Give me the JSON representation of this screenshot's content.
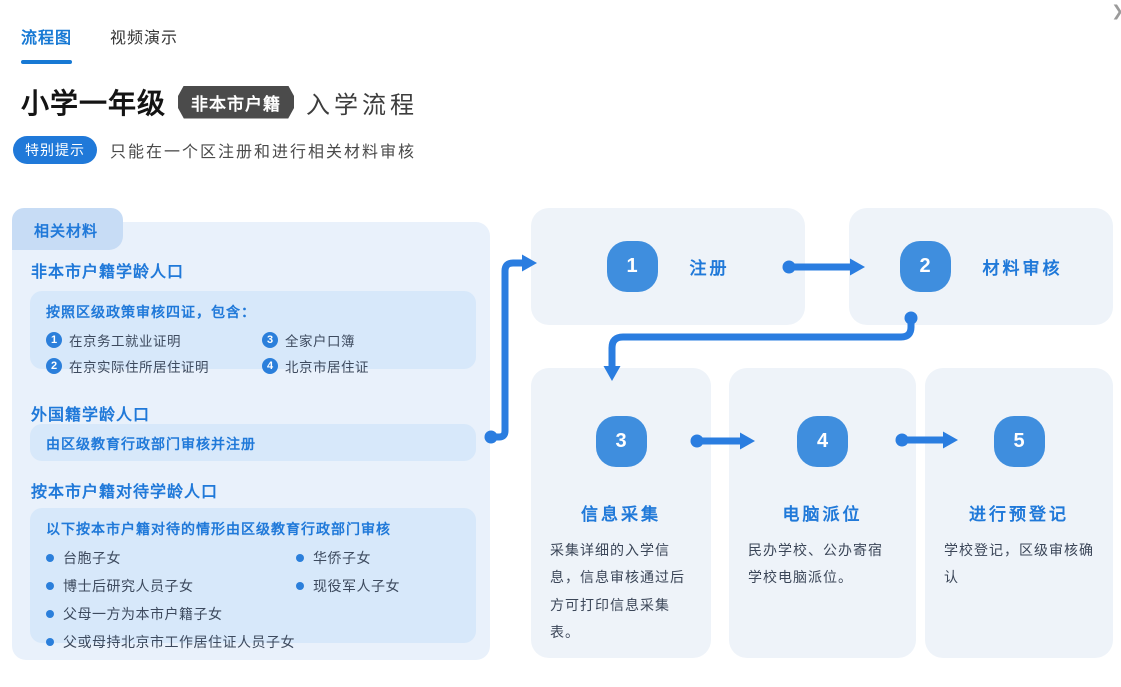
{
  "page": {
    "collapse_icon": "chevron-right"
  },
  "tabs": [
    {
      "label": "流程图",
      "active": true
    },
    {
      "label": "视频演示",
      "active": false
    }
  ],
  "title": {
    "grade": "小学一年级",
    "badge": "非本市户籍",
    "suffix": "入学流程"
  },
  "tip": {
    "badge": "特别提示",
    "text": "只能在一个区注册和进行相关材料审核"
  },
  "materials_panel": {
    "tab": "相关材料",
    "sections": [
      {
        "heading": "非本市户籍学龄人口",
        "box": {
          "title": "按照区级政策审核四证，包含：",
          "numbered_items": [
            {
              "num": "1",
              "text": "在京务工就业证明"
            },
            {
              "num": "2",
              "text": "在京实际住所居住证明"
            },
            {
              "num": "3",
              "text": "全家户口簿"
            },
            {
              "num": "4",
              "text": "北京市居住证"
            }
          ]
        }
      },
      {
        "heading": "外国籍学龄人口",
        "box": {
          "title": "由区级教育行政部门审核并注册"
        }
      },
      {
        "heading": "按本市户籍对待学龄人口",
        "box": {
          "title": "以下按本市户籍对待的情形由区级教育行政部门审核",
          "bullet_items": [
            "台胞子女",
            "华侨子女",
            "博士后研究人员子女",
            "现役军人子女",
            "父母一方为本市户籍子女",
            "父或母持北京市工作居住证人员子女"
          ]
        }
      }
    ]
  },
  "flow": {
    "steps": [
      {
        "num": "1",
        "title": "注册",
        "description": ""
      },
      {
        "num": "2",
        "title": "材料审核",
        "description": ""
      },
      {
        "num": "3",
        "title": "信息采集",
        "description": "采集详细的入学信息，信息审核通过后方可打印信息采集表。"
      },
      {
        "num": "4",
        "title": "电脑派位",
        "description": "民办学校、公办寄宿学校电脑派位。"
      },
      {
        "num": "5",
        "title": "进行预登记",
        "description": "学校登记，区级审核确认"
      }
    ]
  },
  "colors": {
    "accent_blue": "#2079d9",
    "arrow_blue": "#2a7de0",
    "step_badge_blue": "#3f8ede",
    "panel_bg": "#e9f1fb",
    "panel_tab_bg": "#c7dcf5",
    "inner_box_bg": "#d7e8fa",
    "card_bg": "#eef3f9",
    "dark_badge_bg": "#4b4b4b",
    "body_text": "#3d4a5e"
  }
}
